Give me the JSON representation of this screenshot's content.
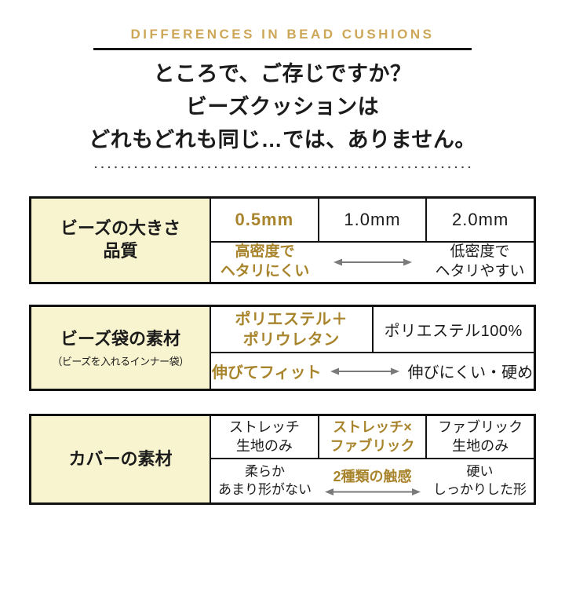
{
  "header": {
    "title": "DIFFERENCES IN BEAD CUSHIONS"
  },
  "intro": {
    "line1": "ところで、ご存じですか？",
    "line2": "ビーズクッションは",
    "line3": "どれもどれも同じ…では、ありません。"
  },
  "colors": {
    "gold_header": "#CDA757",
    "gold_accent": "#A8842C",
    "cream_bg": "#F8F4CF",
    "ink": "#1b1b1b",
    "arrow_gray": "#7a7a7a"
  },
  "table_bead_size": {
    "label": "ビーズの大きさ\n品質",
    "col1": "0.5mm",
    "col2": "1.0mm",
    "col3": "2.0mm",
    "good_note": "高密度で\nヘタリにくい",
    "bad_note": "低密度で\nヘタリやすい"
  },
  "table_bag_material": {
    "label": "ビーズ袋の素材",
    "sublabel": "（ビーズを入れるインナー袋）",
    "col1": "ポリエステル＋\nポリウレタン",
    "col2": "ポリエステル100%",
    "good_note": "伸びてフィット",
    "bad_note": "伸びにくい・硬め"
  },
  "table_cover_material": {
    "label": "カバーの素材",
    "col1": "ストレッチ\n生地のみ",
    "col2": "ストレッチ×\nファブリック",
    "col3": "ファブリック\n生地のみ",
    "left_note": "柔らか\nあまり形がない",
    "mid_note": "2種類の触感",
    "right_note": "硬い\nしっかりした形"
  }
}
